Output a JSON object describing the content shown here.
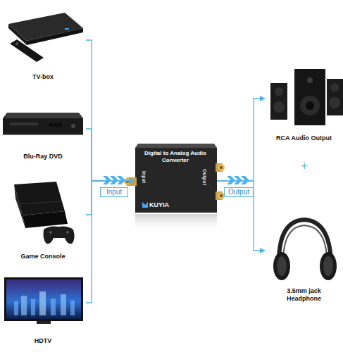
{
  "diagram": {
    "nodes": [
      {
        "text": [
          "TV-box"
        ]
      },
      {
        "text": [
          "Blu-Ray DVD"
        ]
      },
      {
        "text": [
          "Game Console"
        ]
      },
      {
        "text": [
          "HDTV"
        ]
      },
      {
        "text": [
          "Digital to Analog Audio Converter",
          "KUYIA",
          "Input",
          "Output"
        ]
      },
      {
        "text": [
          "RCA Audio Output"
        ]
      },
      {
        "text": [
          "3.5mm jack Headphone"
        ]
      }
    ],
    "edges": [
      {
        "from": 0,
        "to": 4,
        "arrow": "to"
      },
      {
        "from": 1,
        "to": 4,
        "arrow": "to"
      },
      {
        "from": 2,
        "to": 4,
        "arrow": "to"
      },
      {
        "from": 3,
        "to": 4,
        "arrow": "to"
      },
      {
        "from": 4,
        "to": 5,
        "arrow": "to"
      },
      {
        "from": 4,
        "to": 6,
        "arrow": "to"
      }
    ],
    "labels": [
      "Input",
      "Output",
      "+"
    ]
  }
}
